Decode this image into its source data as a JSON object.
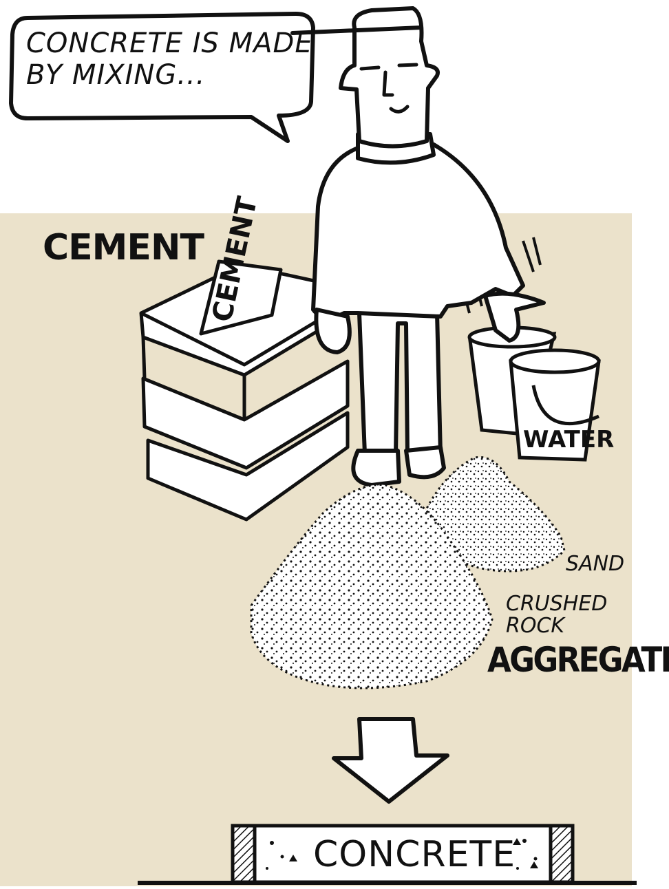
{
  "colors": {
    "panel": "#ebe2cb",
    "ink": "#111111",
    "paper": "#ffffff"
  },
  "speech_bubble": {
    "text": "CONCRETE IS MADE BY MIXING..."
  },
  "labels": {
    "cement": "CEMENT",
    "sand": "SAND",
    "crushed_rock": "CRUSHED ROCK",
    "aggregates": "AGGREGATES",
    "concrete": "CONCRETE"
  },
  "bag_print": "CEMENT",
  "bucket_print": "WATER",
  "icons": [
    "person-icon",
    "cement-bags-icon",
    "water-buckets-icon",
    "sand-pile-icon",
    "rock-pile-icon",
    "down-arrow-icon",
    "concrete-block-icon"
  ]
}
